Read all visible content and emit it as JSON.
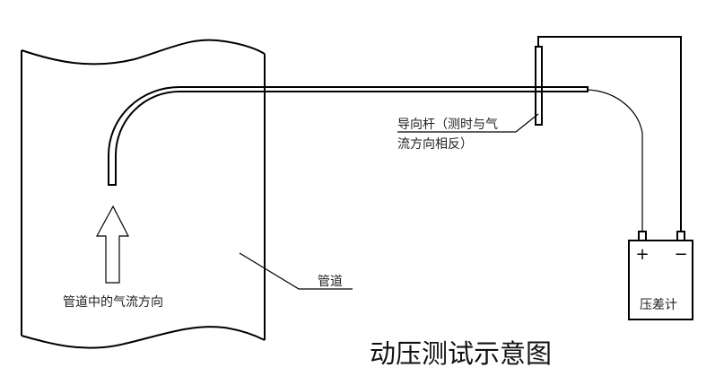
{
  "title": "动压测试示意图",
  "labels": {
    "flow_direction": "管道中的气流方向",
    "pipe": "管道",
    "guide_rod_line1": "导向杆（测时与气",
    "guide_rod_line2": "流方向相反）",
    "manometer": "压差计",
    "plus": "+",
    "minus": "−"
  }
}
